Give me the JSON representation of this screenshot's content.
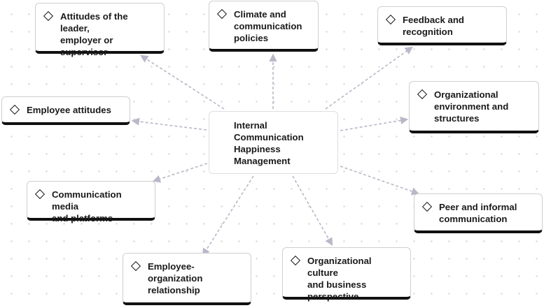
{
  "center": {
    "label": "Internal\nCommunication\nHappiness\nManagement"
  },
  "nodes": [
    {
      "id": "attitudes-leader",
      "label": "Attitudes of the leader,\nemployer or supervisor"
    },
    {
      "id": "climate-policies",
      "label": "Climate and\ncommunication\npolicies"
    },
    {
      "id": "feedback-recognition",
      "label": "Feedback and\nrecognition"
    },
    {
      "id": "employee-attitudes",
      "label": "Employee attitudes"
    },
    {
      "id": "org-environment",
      "label": "Organizational\nenvironment and\nstructures"
    },
    {
      "id": "communication-media",
      "label": "Communication media\nand platforms"
    },
    {
      "id": "peer-informal",
      "label": "Peer and informal\ncommunication"
    },
    {
      "id": "employee-org-relationship",
      "label": "Employee-organization\nrelationship"
    },
    {
      "id": "org-culture",
      "label": "Organizational culture\nand business\nperspective"
    }
  ],
  "style": {
    "connector_color": "#b8b8c8",
    "node_border_color": "#cfcfcf",
    "node_accent_color": "#111111"
  }
}
